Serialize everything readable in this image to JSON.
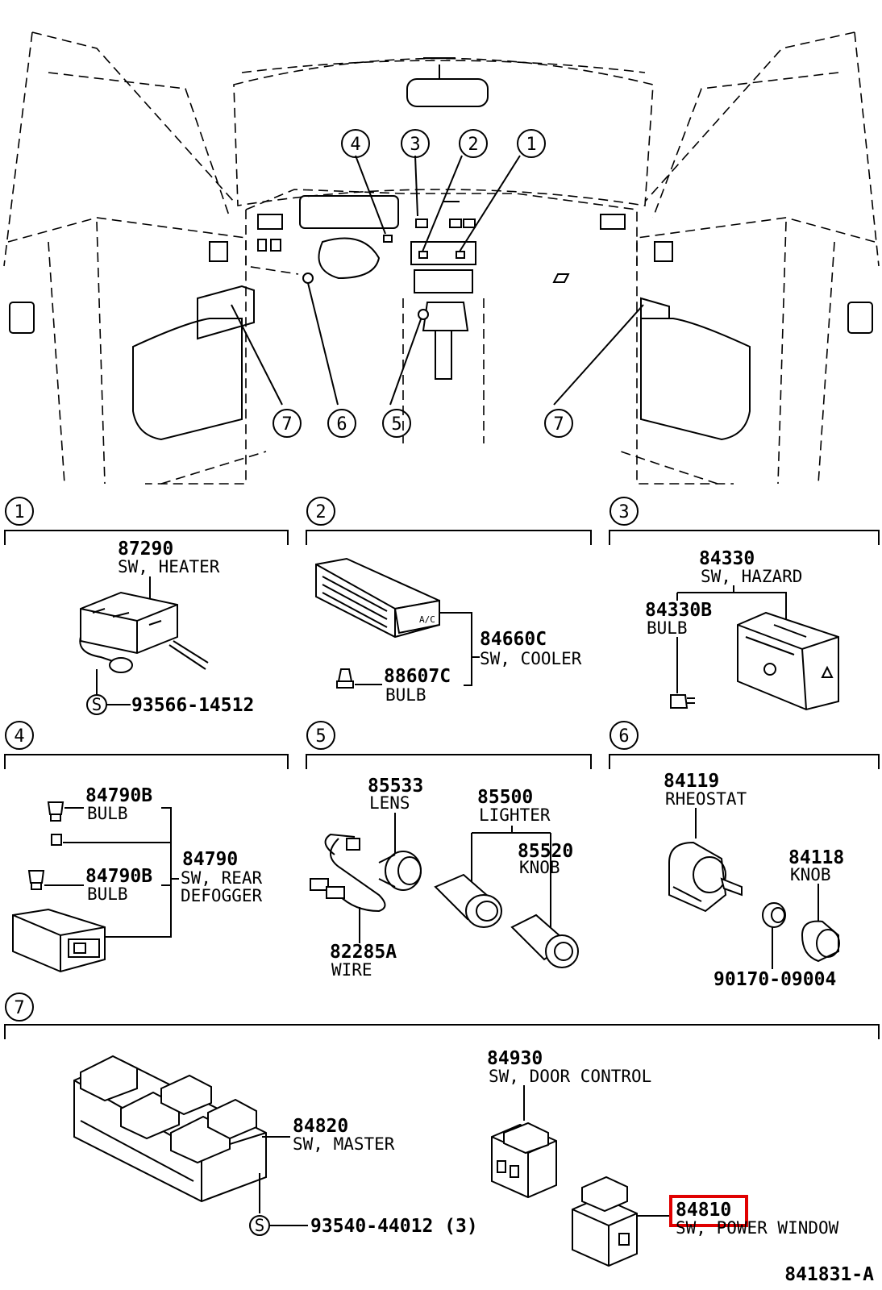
{
  "diagram_ref": "841831-A",
  "highlight_color": "#e00000",
  "overview_callouts": [
    "4",
    "3",
    "2",
    "1",
    "7",
    "6",
    "5",
    "7"
  ],
  "sections": [
    {
      "id": "1",
      "parts": [
        {
          "number": "87290",
          "name": "SW, HEATER"
        },
        {
          "number": "93566-14512",
          "name": "",
          "prefix": "S"
        }
      ]
    },
    {
      "id": "2",
      "parts": [
        {
          "number": "84660C",
          "name": "SW, COOLER"
        },
        {
          "number": "88607C",
          "name": "BULB"
        }
      ]
    },
    {
      "id": "3",
      "parts": [
        {
          "number": "84330",
          "name": "SW, HAZARD"
        },
        {
          "number": "84330B",
          "name": "BULB"
        }
      ]
    },
    {
      "id": "4",
      "parts": [
        {
          "number": "84790B",
          "name": "BULB"
        },
        {
          "number": "84790",
          "name": "SW, REAR",
          "name2": "DEFOGGER"
        },
        {
          "number": "84790B",
          "name": "BULB"
        }
      ]
    },
    {
      "id": "5",
      "parts": [
        {
          "number": "85533",
          "name": "LENS"
        },
        {
          "number": "85500",
          "name": "LIGHTER"
        },
        {
          "number": "85520",
          "name": "KNOB"
        },
        {
          "number": "82285A",
          "name": "WIRE"
        }
      ]
    },
    {
      "id": "6",
      "parts": [
        {
          "number": "84119",
          "name": "RHEOSTAT"
        },
        {
          "number": "84118",
          "name": "KNOB"
        },
        {
          "number": "90170-09004",
          "name": ""
        }
      ]
    },
    {
      "id": "7",
      "parts": [
        {
          "number": "84930",
          "name": "SW, DOOR  CONTROL"
        },
        {
          "number": "84820",
          "name": "SW, MASTER"
        },
        {
          "number": "93540-44012 (3)",
          "name": "",
          "prefix": "S"
        },
        {
          "number": "84810",
          "name": "SW, POWER  WINDOW",
          "highlighted": true
        }
      ]
    }
  ]
}
